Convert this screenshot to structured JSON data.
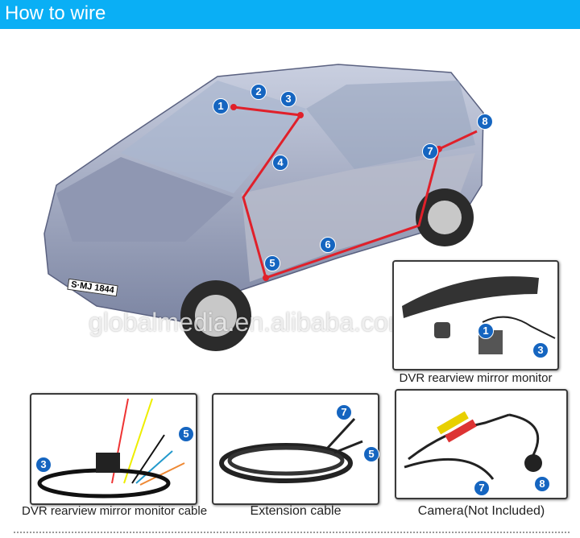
{
  "header": {
    "title": "How to wire",
    "color": "#0aaff5"
  },
  "watermark": "globalmedia.en.alibaba.com",
  "car": {
    "license_plate": "S·MJ 1844",
    "wire_color": "#e0202a"
  },
  "car_markers": [
    "1",
    "2",
    "3",
    "4",
    "5",
    "6",
    "7",
    "8"
  ],
  "panels": {
    "mirror": {
      "caption": "DVR rearview mirror monitor",
      "markers": [
        "1",
        "3"
      ]
    },
    "monitor_cable": {
      "caption": "DVR rearview mirror monitor cable",
      "markers": [
        "3",
        "5"
      ]
    },
    "extension": {
      "caption": "Extension cable",
      "markers": [
        "7",
        "5"
      ]
    },
    "camera": {
      "caption": "Camera(Not Included)",
      "markers": [
        "7",
        "8"
      ]
    }
  },
  "badge_color": "#1565c0"
}
